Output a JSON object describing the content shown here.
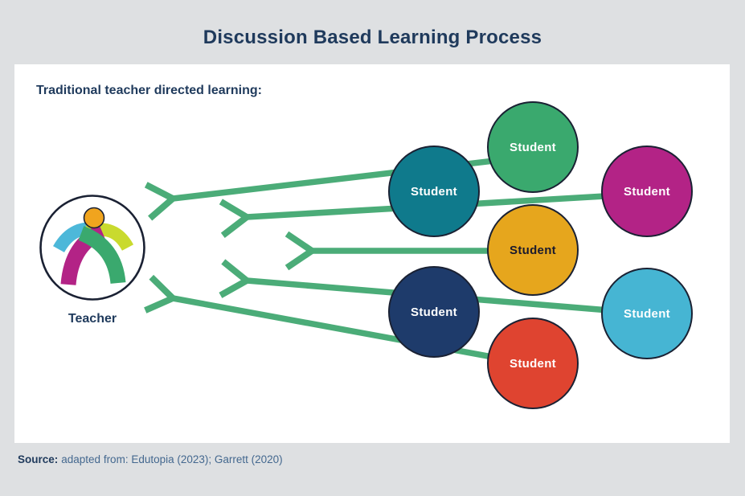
{
  "title": "Discussion Based Learning Process",
  "panel": {
    "heading": "Traditional teacher directed learning:"
  },
  "teacher": {
    "label": "Teacher",
    "icon": "teacher-person-icon",
    "icon_colors": {
      "head": "#f0a41e",
      "left_arm": "#4db8d9",
      "right_arm": "#c9da2e",
      "left_leg": "#b32386",
      "right_leg": "#3aa96e",
      "outline": "#1a2133"
    }
  },
  "students": [
    {
      "label": "Student",
      "color": "#3aa96e",
      "label_color": "#ffffff",
      "position_name": "top"
    },
    {
      "label": "Student",
      "color": "#0f7a8c",
      "label_color": "#ffffff",
      "position_name": "upper-middle-left"
    },
    {
      "label": "Student",
      "color": "#b32386",
      "label_color": "#ffffff",
      "position_name": "upper-right"
    },
    {
      "label": "Student",
      "color": "#e6a61d",
      "label_color": "#1a1a2e",
      "position_name": "center"
    },
    {
      "label": "Student",
      "color": "#1e3b6b",
      "label_color": "#ffffff",
      "position_name": "lower-middle-left"
    },
    {
      "label": "Student",
      "color": "#46b5d3",
      "label_color": "#ffffff",
      "position_name": "lower-right"
    },
    {
      "label": "Student",
      "color": "#df4430",
      "label_color": "#ffffff",
      "position_name": "bottom"
    }
  ],
  "arrows": {
    "meaning": "students direct communication toward teacher",
    "count": 5,
    "color": "#4bac78"
  },
  "source": {
    "label": "Source:",
    "text": "adapted from: Edutopia (2023); Garrett (2020)"
  },
  "colors": {
    "background": "#dee0e2",
    "panel": "#ffffff",
    "heading_text": "#1f3a5c",
    "circle_border": "#1a2133",
    "source_text": "#44688f"
  }
}
